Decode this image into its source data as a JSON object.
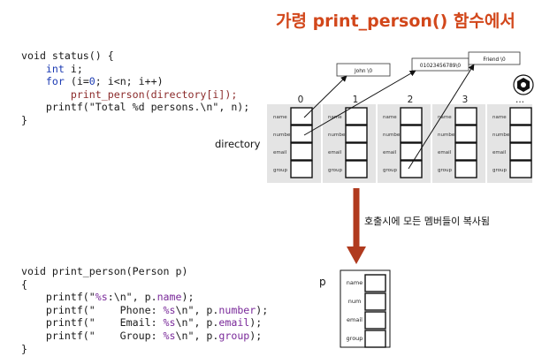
{
  "title": "가령 print_person() 함수에서",
  "code_status": [
    [
      {
        "t": "void status() {",
        "c": ""
      }
    ],
    [
      {
        "t": "    ",
        "c": ""
      },
      {
        "t": "int",
        "c": "kw"
      },
      {
        "t": " i;",
        "c": ""
      }
    ],
    [
      {
        "t": "    ",
        "c": ""
      },
      {
        "t": "for",
        "c": "kw"
      },
      {
        "t": " (i=",
        "c": ""
      },
      {
        "t": "0",
        "c": "num"
      },
      {
        "t": "; i<n; i++)",
        "c": ""
      }
    ],
    [
      {
        "t": "        ",
        "c": ""
      },
      {
        "t": "print_person(directory[i]);",
        "c": "fn"
      }
    ],
    [
      {
        "t": "    printf(\"Total %d persons.\\n\", n);",
        "c": ""
      }
    ],
    [
      {
        "t": "}",
        "c": ""
      }
    ]
  ],
  "code_print": [
    [
      {
        "t": "void print_person(Person p)",
        "c": ""
      }
    ],
    [
      {
        "t": "{",
        "c": ""
      }
    ],
    [
      {
        "t": "    printf(\"",
        "c": ""
      },
      {
        "t": "%s",
        "c": "fld"
      },
      {
        "t": ":\\n\", p.",
        "c": ""
      },
      {
        "t": "name",
        "c": "fld"
      },
      {
        "t": ");",
        "c": ""
      }
    ],
    [
      {
        "t": "    printf(\"    Phone: ",
        "c": ""
      },
      {
        "t": "%s",
        "c": "fld"
      },
      {
        "t": "\\n\", p.",
        "c": ""
      },
      {
        "t": "number",
        "c": "fld"
      },
      {
        "t": ");",
        "c": ""
      }
    ],
    [
      {
        "t": "    printf(\"    Email: ",
        "c": ""
      },
      {
        "t": "%s",
        "c": "fld"
      },
      {
        "t": "\\n\", p.",
        "c": ""
      },
      {
        "t": "email",
        "c": "fld"
      },
      {
        "t": ");",
        "c": ""
      }
    ],
    [
      {
        "t": "    printf(\"    Group: ",
        "c": ""
      },
      {
        "t": "%s",
        "c": "fld"
      },
      {
        "t": "\\n\", p.",
        "c": ""
      },
      {
        "t": "group",
        "c": "fld"
      },
      {
        "t": ");",
        "c": ""
      }
    ],
    [
      {
        "t": "}",
        "c": ""
      }
    ]
  ],
  "directory_label": "directory",
  "directory_indices": [
    "0",
    "1",
    "2",
    "3",
    "..."
  ],
  "directory_fields": [
    "name",
    "number",
    "email",
    "group"
  ],
  "strings": [
    "John \\0",
    "01023456789\\0",
    "Friend \\0"
  ],
  "copy_note": "호출시에 모든 멤버들이 복사됨",
  "param_label": "p",
  "param_fields": [
    "name",
    "num",
    "email",
    "group"
  ],
  "colors": {
    "title": "#d2471b",
    "arrow": "#b03a1e",
    "array_bg": "#e4e4e4",
    "keyword": "#1c3bb3"
  },
  "icons": [
    "settings-hex-icon"
  ]
}
